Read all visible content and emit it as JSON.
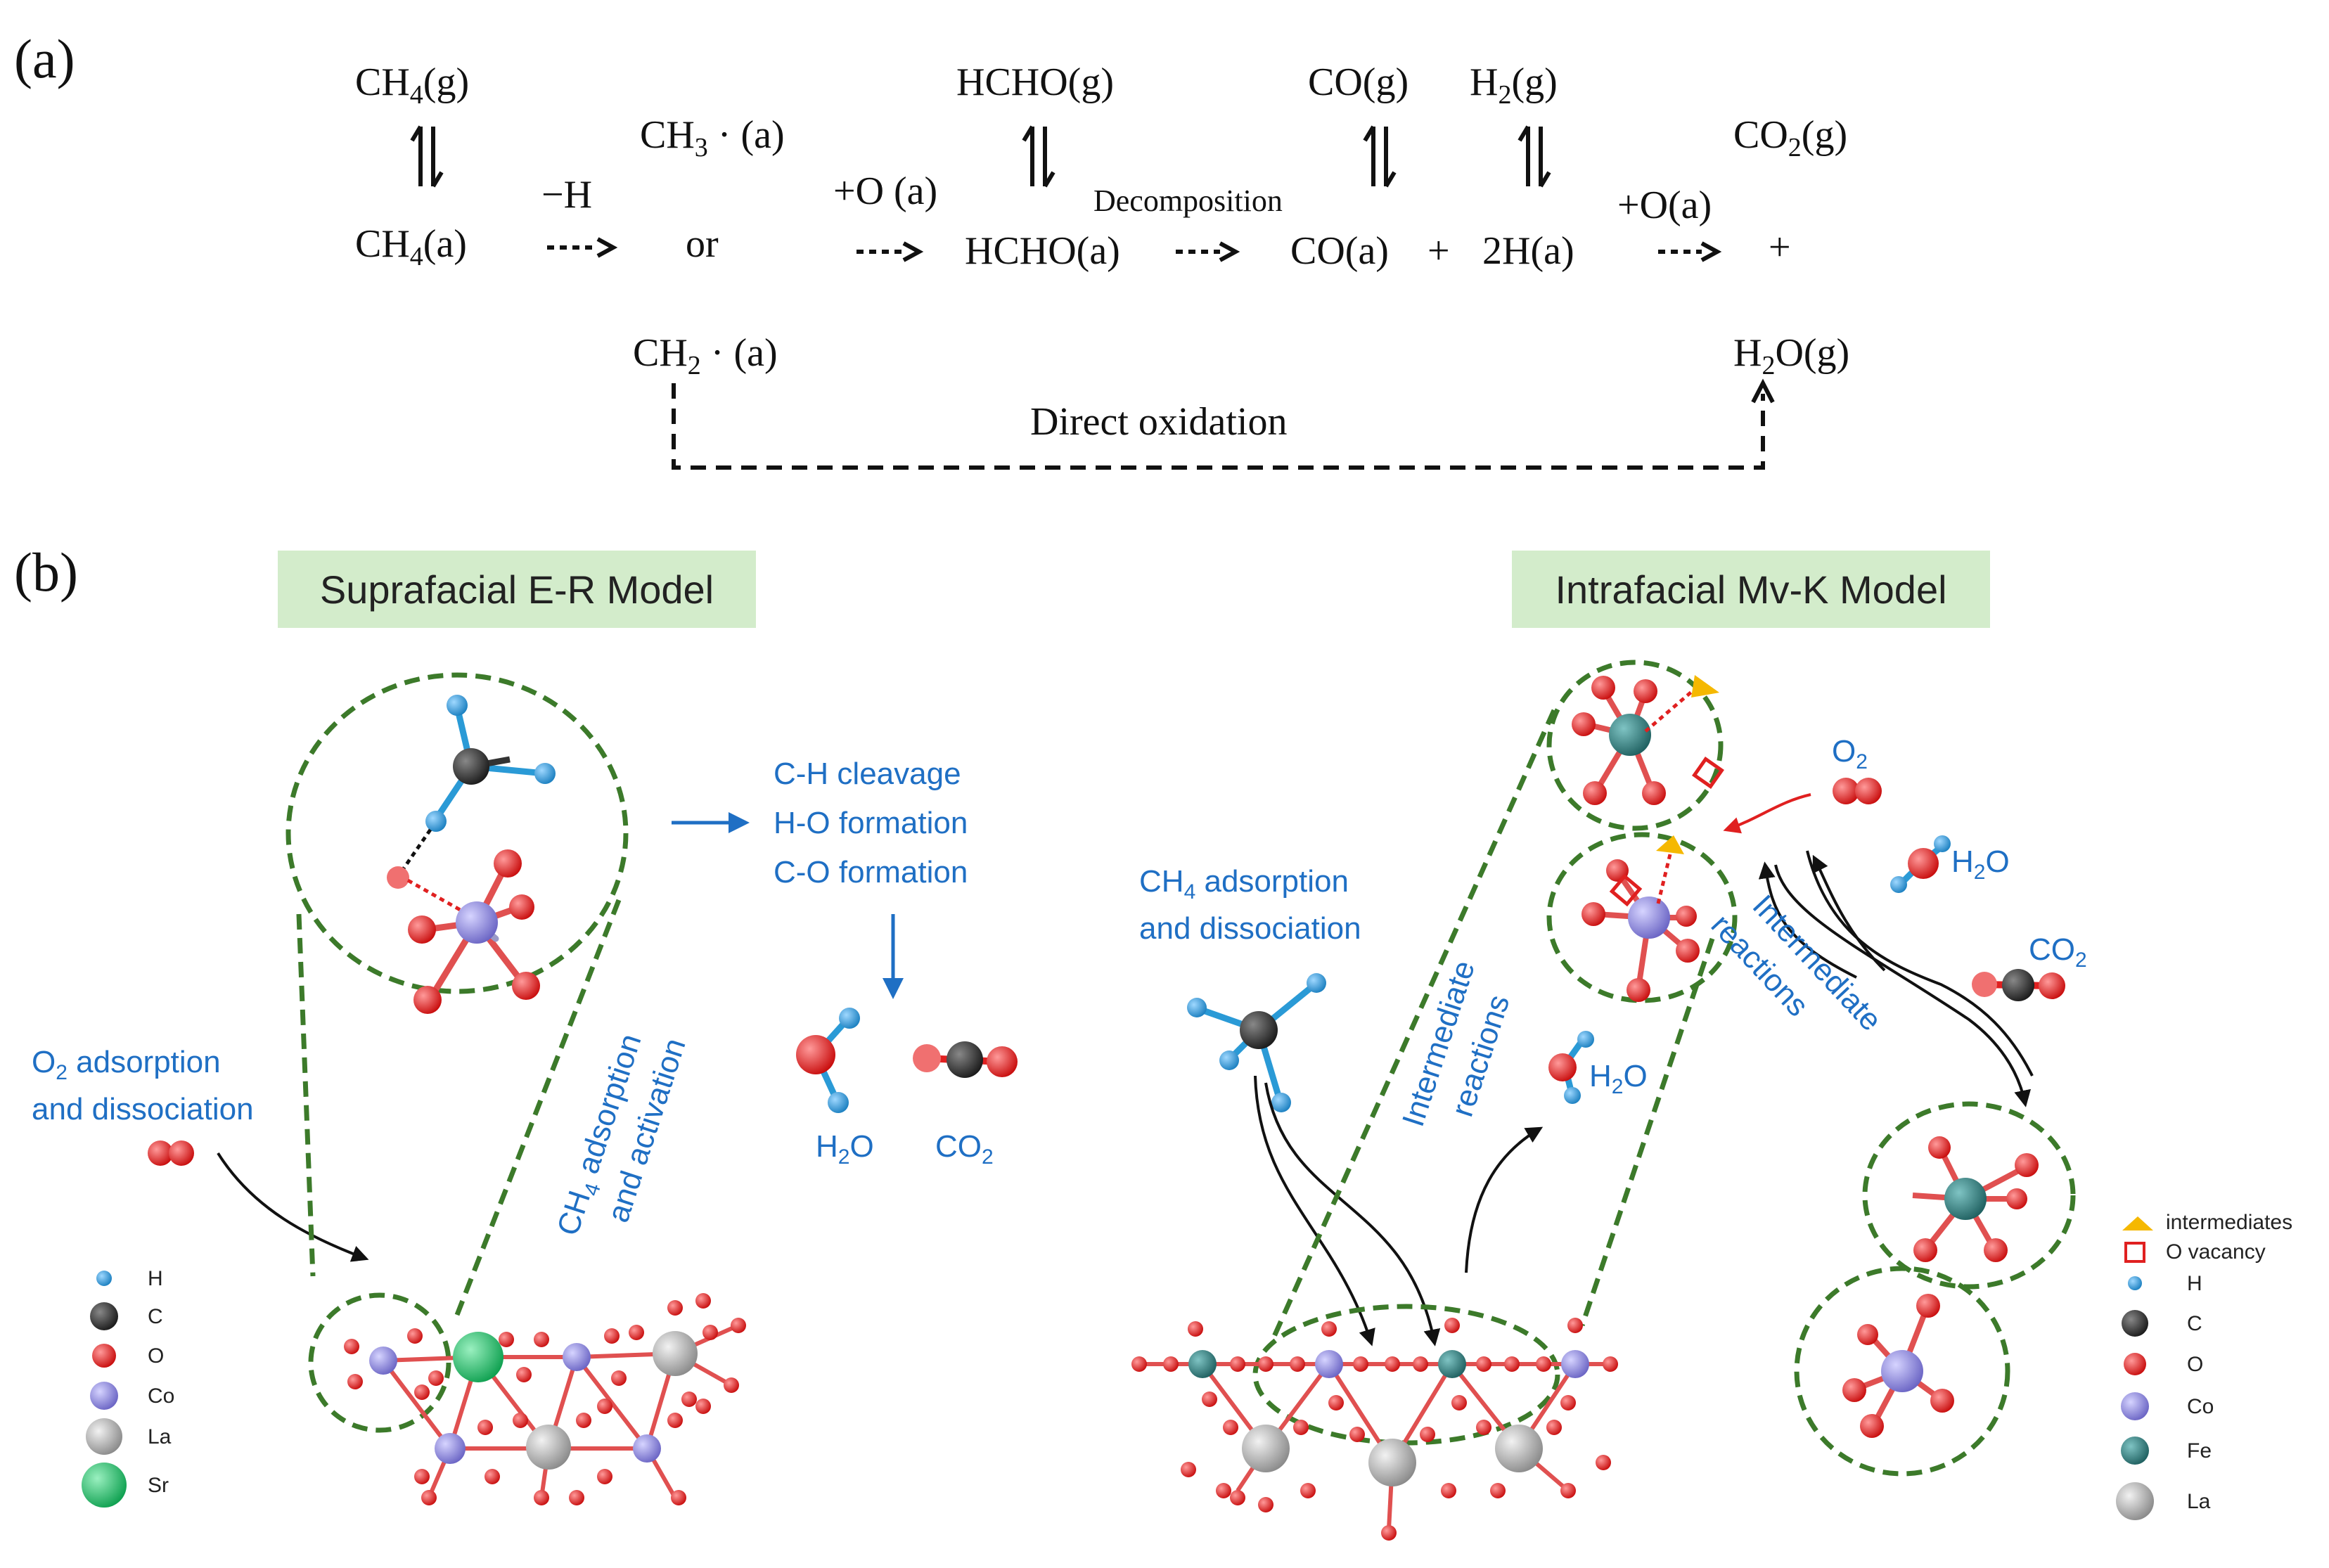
{
  "panel_a": {
    "label": "(a)",
    "species": {
      "ch4_g": "CH",
      "ch4_g_sub": "4",
      "ch4_g_tail": "(g)",
      "ch4_a": "CH",
      "ch4_a_sub": "4",
      "ch4_a_tail": "(a)",
      "minus_h": "−H",
      "ch3_a": "CH",
      "ch3_a_sub": "3",
      "ch3_a_tail": " · (a)",
      "or": "or",
      "ch2_a": "CH",
      "ch2_a_sub": "2",
      "ch2_a_tail": " · (a)",
      "plus_o_a": "+O (a)",
      "hcho_g": "HCHO(g)",
      "hcho_a": "HCHO(a)",
      "decomposition": "Decomposition",
      "co_g": "CO(g)",
      "h2_g": "H",
      "h2_g_sub": "2",
      "h2_g_tail": "(g)",
      "co_a": "CO(a)",
      "plus": "+",
      "two_h_a": "2H(a)",
      "plus_o_a2": "+O(a)",
      "co2_g": "CO",
      "co2_g_sub": "2",
      "co2_g_tail": "(g)",
      "plus2": "+",
      "h2o_g": "H",
      "h2o_g_sub": "2",
      "h2o_g_tail": "O(g)",
      "direct_oxidation": "Direct oxidation"
    }
  },
  "panel_b": {
    "label": "(b)",
    "left_title": "Suprafacial E-R Model",
    "right_title": "Intrafacial Mv-K Model",
    "left_notes": {
      "o2_ads_line1": "O",
      "o2_ads_line1_sub": "2",
      "o2_ads_line1_tail": " adsorption",
      "o2_ads_line2": "and dissociation",
      "ch4_act_line1": "CH",
      "ch4_act_line1_sub": "4",
      "ch4_act_line1_tail": " adsorption",
      "ch4_act_line2": "and activation",
      "steps": [
        "C-H cleavage",
        "H-O formation",
        "C-O formation"
      ],
      "h2o": "H",
      "h2o_sub": "2",
      "h2o_tail": "O",
      "co2": "CO",
      "co2_sub": "2"
    },
    "right_notes": {
      "ch4_ads_line1": "CH",
      "ch4_ads_line1_sub": "4",
      "ch4_ads_line1_tail": " adsorption",
      "ch4_ads_line2": "and dissociation",
      "intermediate_line1": "Intermediate",
      "intermediate_line2": "reactions",
      "intermediate2_line1": "Intermediate",
      "intermediate2_line2": "reactions",
      "o2": "O",
      "o2_sub": "2",
      "h2o_a": "H",
      "h2o_a_sub": "2",
      "h2o_a_tail": "O",
      "h2o_b": "H",
      "h2o_b_sub": "2",
      "h2o_b_tail": "O",
      "co2": "CO",
      "co2_sub": "2"
    },
    "left_legend": [
      "H",
      "C",
      "O",
      "Co",
      "La",
      "Sr"
    ],
    "right_legend": [
      "intermediates",
      "O vacancy",
      "H",
      "C",
      "O",
      "Co",
      "Fe",
      "La"
    ]
  },
  "colors": {
    "H": "#2a9ad6",
    "C": "#333333",
    "O": "#e02020",
    "Co": "#8a86d6",
    "La": "#b8b8b8",
    "Sr": "#22c46a",
    "Fe": "#2f8080",
    "intermediates": "#f5b800",
    "vacancy": "#e02020",
    "blue_text": "#1f6fc4",
    "green_box": "#d3eccb",
    "dashed_green": "#3c7a2a"
  }
}
